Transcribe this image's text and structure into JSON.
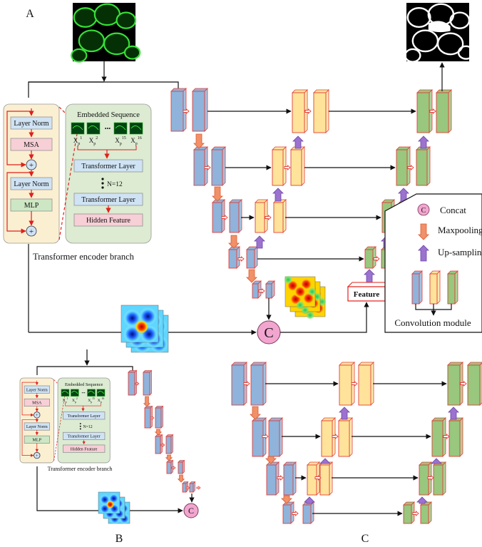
{
  "panel_labels": {
    "a": "A",
    "b": "B",
    "c": "C"
  },
  "encoder": {
    "layer_norm": "Layer Norm",
    "msa": "MSA",
    "mlp": "MLP",
    "plus": "+",
    "embedded_sequence": "Embedded Sequence",
    "patch_base": "X",
    "patch_sub": "p",
    "patch_sups": [
      "1",
      "2",
      "15",
      "16"
    ],
    "ellipsis": "•••",
    "transformer_layer": "Transformer Layer",
    "n_layers": "N=12",
    "hidden_feature": "Hidden Feature",
    "branch_caption": "Transformer encoder branch"
  },
  "concat_symbol": "C",
  "feature_label": "Feature",
  "legend": {
    "concat": "Concat",
    "maxpooling": "Maxpooling",
    "upsampling": "Up-sampling",
    "convolution_module": "Convolution module"
  },
  "colors": {
    "encoder_block": "#8fb3da",
    "bottleneck_block": "#ffe39a",
    "decoder_block": "#98c77d",
    "block_border": "#e0403a",
    "maxpool_arrow": "#f29068",
    "upsample_arrow": "#9b72cf",
    "concat_fill": "#f2a6cf",
    "encoder_panel": "#fbefd2",
    "embed_panel": "#dcebd2",
    "msa_fill": "#f7cfd6",
    "mlp_fill": "#cde7c4",
    "norm_fill": "#cfe3f4"
  }
}
